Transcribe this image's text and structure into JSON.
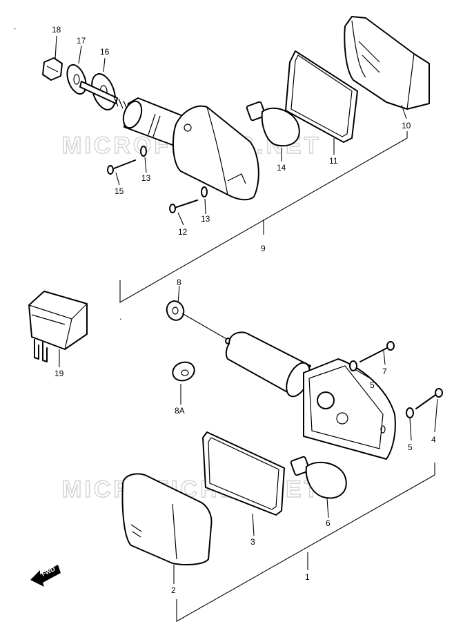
{
  "watermark": "MICROFICHES.NET",
  "fwd_label": "FWD",
  "labels": {
    "p1": "1",
    "p2": "2",
    "p3": "3",
    "p4": "4",
    "p5a": "5",
    "p5b": "5",
    "p6": "6",
    "p7": "7",
    "p8": "8",
    "p8a": "8A",
    "p9": "9",
    "p10": "10",
    "p11": "11",
    "p12": "12",
    "p13a": "13",
    "p13b": "13",
    "p14": "14",
    "p15": "15",
    "p16": "16",
    "p17": "17",
    "p18": "18",
    "p19": "19"
  }
}
